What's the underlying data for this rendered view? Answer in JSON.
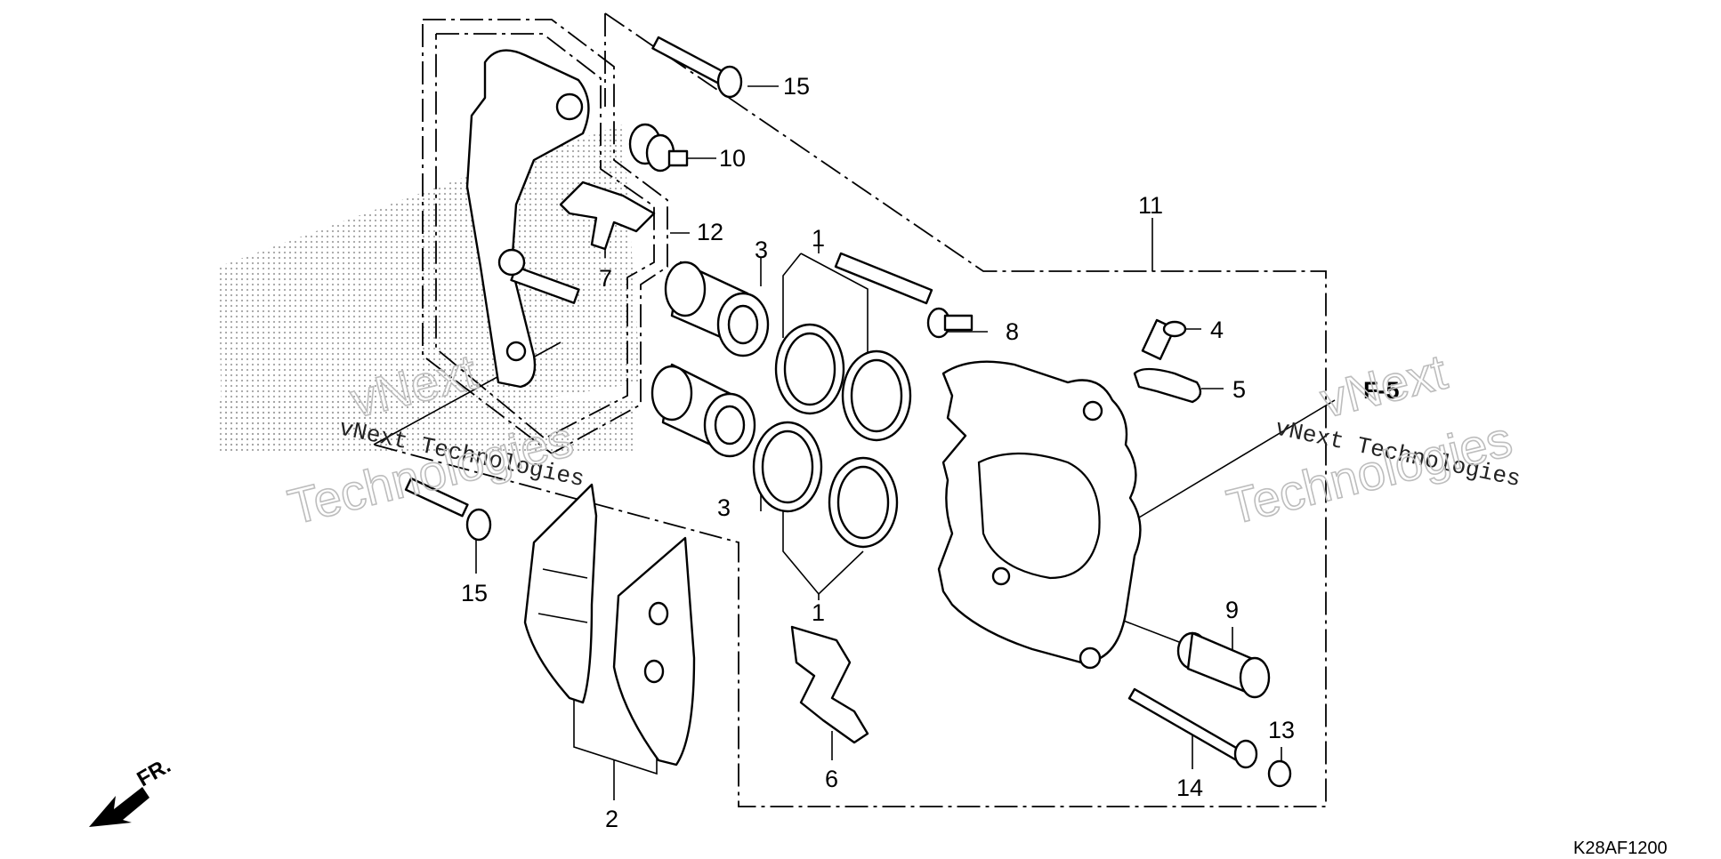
{
  "diagram_code": "K28AF1200",
  "front_label": "FR.",
  "ref_label": "F-5",
  "watermark": {
    "line1": "vNext Technologies",
    "line2": "vNext",
    "line3": "Technologies"
  },
  "callouts": {
    "c1_top": "1",
    "c1_bottom": "1",
    "c2": "2",
    "c3_top": "3",
    "c3_bottom": "3",
    "c4": "4",
    "c5": "5",
    "c6": "6",
    "c7": "7",
    "c8": "8",
    "c9": "9",
    "c10": "10",
    "c11": "11",
    "c12": "12",
    "c13": "13",
    "c14": "14",
    "c15_top": "15",
    "c15_left": "15"
  }
}
